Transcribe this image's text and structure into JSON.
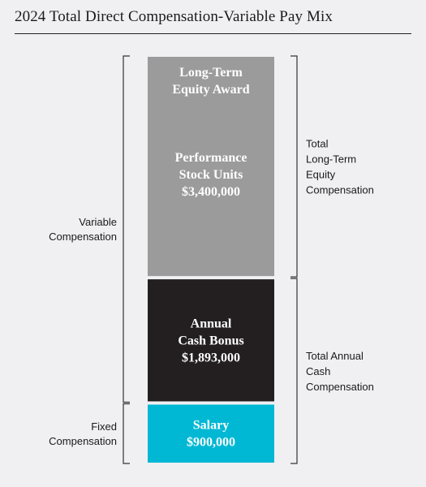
{
  "chart_data": {
    "type": "bar",
    "title": "2024 Total Direct Compensation-Variable Pay Mix",
    "segments": [
      {
        "key": "psu",
        "lines": [
          "Long-Term",
          "Equity Award",
          "",
          "",
          "",
          "Performance",
          "Stock Units",
          "$3,400,000"
        ],
        "value": 3400000,
        "color": "#9b9b9b"
      },
      {
        "key": "bonus",
        "lines": [
          "Annual",
          "Cash Bonus",
          "$1,893,000"
        ],
        "value": 1893000,
        "color": "#231f20"
      },
      {
        "key": "salary",
        "lines": [
          "Salary",
          "$900,000"
        ],
        "value": 900000,
        "color": "#00b8d4"
      }
    ],
    "left_groups": [
      {
        "key": "variable",
        "lines": [
          "Variable",
          "Compensation"
        ],
        "segments": [
          "psu",
          "bonus"
        ]
      },
      {
        "key": "fixed",
        "lines": [
          "Fixed",
          "Compensation"
        ],
        "segments": [
          "salary"
        ]
      }
    ],
    "right_groups": [
      {
        "key": "lt",
        "lines": [
          "Total",
          "Long-Term",
          "Equity",
          "Compensation"
        ],
        "segments": [
          "psu"
        ]
      },
      {
        "key": "annual",
        "lines": [
          "Total Annual",
          "Cash",
          "Compensation"
        ],
        "segments": [
          "bonus",
          "salary"
        ]
      }
    ]
  }
}
